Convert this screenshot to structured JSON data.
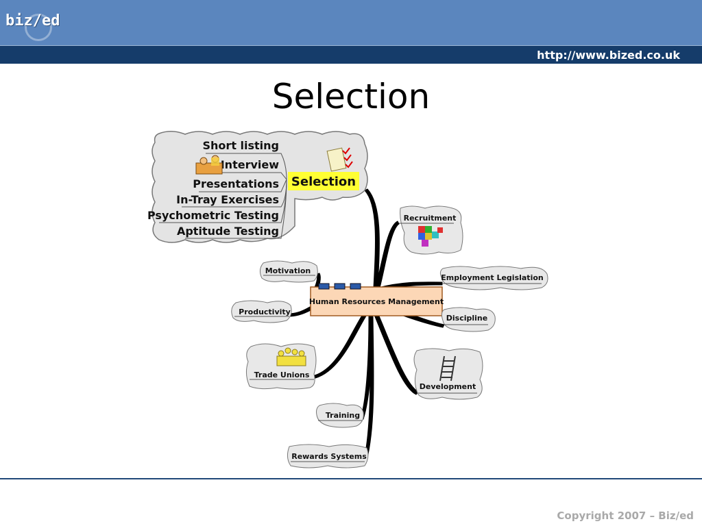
{
  "header": {
    "logo_text": "biz/ed",
    "url": "http://www.bized.co.uk"
  },
  "slide": {
    "title": "Selection"
  },
  "mindmap": {
    "central": "Human Resources Management",
    "selection_label": "Selection",
    "selection_items": [
      "Short listing",
      "Interview",
      "Presentations",
      "In-Tray Exercises",
      "Psychometric Testing",
      "Aptitude Testing"
    ],
    "nodes": {
      "recruitment": "Recruitment",
      "employment_legislation": "Employment Legislation",
      "discipline": "Discipline",
      "development": "Development",
      "rewards_systems": "Rewards Systems",
      "training": "Training",
      "trade_unions": "Trade Unions",
      "productivity": "Productivity",
      "motivation": "Motivation"
    },
    "colors": {
      "central_fill": "#fcd7b6",
      "selection_highlight": "#ffff33",
      "cloud_fill": "#e4e4e4",
      "branch": "#000000"
    }
  },
  "footer": {
    "copyright": "Copyright 2007 – Biz/ed"
  }
}
